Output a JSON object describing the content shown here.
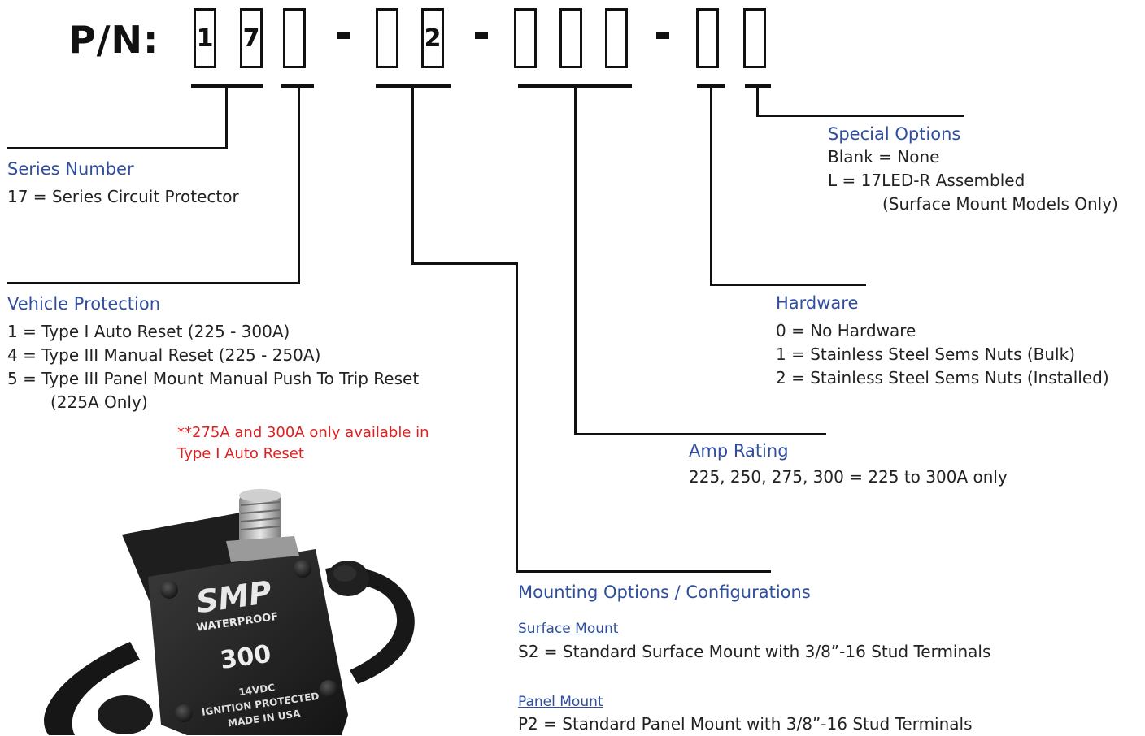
{
  "header": {
    "label": "P/N:"
  },
  "part_number": {
    "boxes": [
      "1",
      "7",
      "",
      "",
      "2",
      "",
      "",
      "",
      "",
      ""
    ],
    "dashes": [
      "-",
      "-",
      "-"
    ]
  },
  "sections": {
    "series": {
      "title": "Series Number",
      "lines": [
        "17 = Series Circuit Protector"
      ]
    },
    "vehicle": {
      "title": "Vehicle Protection",
      "lines": [
        "1 = Type I Auto Reset (225 - 300A)",
        "4 = Type III Manual Reset (225 - 250A)",
        "5 = Type III Panel Mount Manual Push To Trip Reset",
        "(225A Only)"
      ],
      "note": [
        "**275A and 300A only available in",
        "Type I Auto Reset"
      ]
    },
    "special": {
      "title": "Special Options",
      "lines": [
        "Blank = None",
        "L = 17LED-R Assembled",
        "(Surface Mount Models Only)"
      ]
    },
    "hardware": {
      "title": "Hardware",
      "lines": [
        "0 = No Hardware",
        "1 = Stainless Steel Sems Nuts (Bulk)",
        "2 = Stainless Steel Sems Nuts (Installed)"
      ]
    },
    "amp": {
      "title": "Amp Rating",
      "lines": [
        "225, 250, 275, 300 = 225 to 300A only"
      ]
    },
    "mounting": {
      "title": "Mounting Options / Configurations",
      "surface_label": "Surface Mount",
      "surface_line": "S2 = Standard Surface Mount with 3/8”-16 Stud Terminals",
      "panel_label": "Panel Mount",
      "panel_line": "P2 = Standard Panel Mount with 3/8”-16 Stud  Terminals"
    }
  },
  "product": {
    "brand": "SMP",
    "waterproof": "WATERPROOF",
    "rating": "300",
    "spec_lines": [
      "14VDC",
      "IGNITION PROTECTED",
      "MADE IN USA"
    ]
  }
}
